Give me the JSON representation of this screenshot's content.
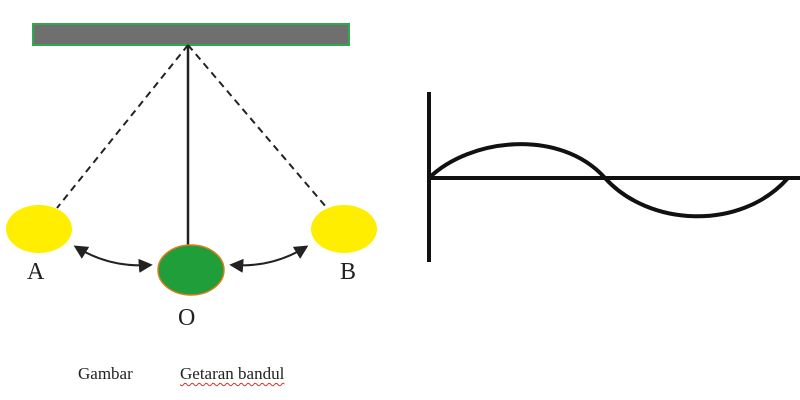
{
  "labels": {
    "point_a": "A",
    "point_o": "O",
    "point_b": "B"
  },
  "caption": {
    "prefix": "Gambar",
    "text": "Getaran bandul"
  },
  "colors": {
    "support_fill": "#6f6f6f",
    "support_border": "#2fa84f",
    "bob_side_fill": "#ffee00",
    "bob_center_fill": "#1f9e3a",
    "bob_center_border": "#e07b1a",
    "line": "#222222",
    "wave": "#111111"
  },
  "icons": {
    "swing_left": "double-arrow-curved-icon",
    "swing_right": "double-arrow-curved-icon"
  }
}
